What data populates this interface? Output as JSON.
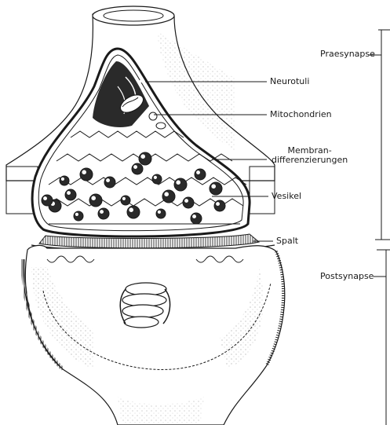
{
  "labels": {
    "praesynapse": "Praesynapse",
    "postsynapse": "Postsynapse",
    "neurotubuli": "Neurotuli",
    "mitochondrien": "Mitochondrien",
    "membrandifferenzierungen": "Membran-\ndifferenzierungen",
    "vesikel": "Vesikel",
    "spalt": "Spalt"
  },
  "colors": {
    "ink": "#1a1a1a",
    "background": "#ffffff",
    "vesicle_fill": "#2a2a2a"
  }
}
